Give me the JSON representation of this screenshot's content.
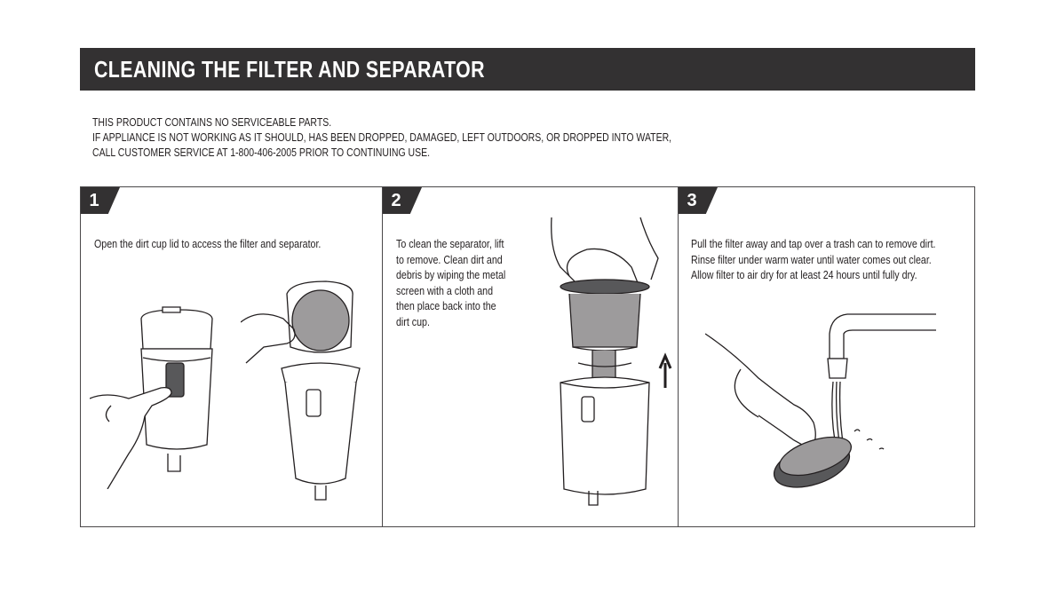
{
  "header": {
    "title": "CLEANING THE FILTER AND SEPARATOR"
  },
  "notice": {
    "lines": [
      "THIS PRODUCT CONTAINS NO SERVICEABLE PARTS.",
      "IF APPLIANCE IS NOT WORKING AS IT SHOULD, HAS BEEN DROPPED, DAMAGED, LEFT OUTDOORS, OR DROPPED INTO WATER,",
      "CALL CUSTOMER SERVICE AT 1-800-406-2005 PRIOR TO CONTINUING USE."
    ]
  },
  "steps": [
    {
      "number": "1",
      "lines": [
        "Open the dirt cup lid to access the filter and separator."
      ]
    },
    {
      "number": "2",
      "lines": [
        "To clean the separator, lift",
        "to remove. Clean dirt and",
        "debris by wiping the metal",
        "screen with a cloth and",
        "then place back into the",
        "dirt cup."
      ]
    },
    {
      "number": "3",
      "lines": [
        "Pull the filter away and tap over a trash can to remove dirt.",
        "Rinse filter under warm water until water comes out clear.",
        "Allow filter to air dry for at least 24 hours until fully dry."
      ]
    }
  ],
  "colors": {
    "header_bg": "#333132",
    "text": "#231f20",
    "gray_part": "#9d9b9c",
    "dark_part": "#58585a"
  }
}
